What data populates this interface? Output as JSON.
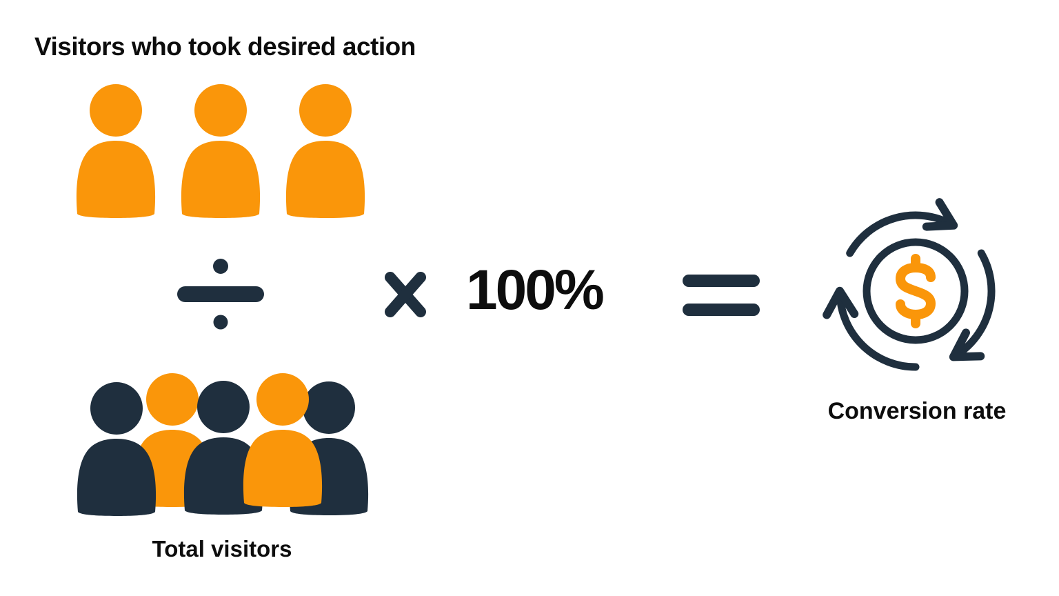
{
  "colors": {
    "orange": "#FA960A",
    "navy": "#1F2F3E",
    "text": "#0D0D0D",
    "background": "#FFFFFF"
  },
  "labels": {
    "numerator": "Visitors who took desired action",
    "denominator": "Total visitors",
    "result": "Conversion rate"
  },
  "formula": {
    "multiplier": "100%",
    "operators": {
      "divide": "÷",
      "multiply": "×",
      "equals": "="
    }
  },
  "icon_groups": {
    "numerator_people": [
      "orange",
      "orange",
      "orange"
    ],
    "denominator_people": [
      "navy",
      "orange",
      "navy",
      "orange",
      "navy"
    ],
    "result_icon": {
      "name": "dollar-cycle",
      "dollar_symbol": "$"
    }
  }
}
